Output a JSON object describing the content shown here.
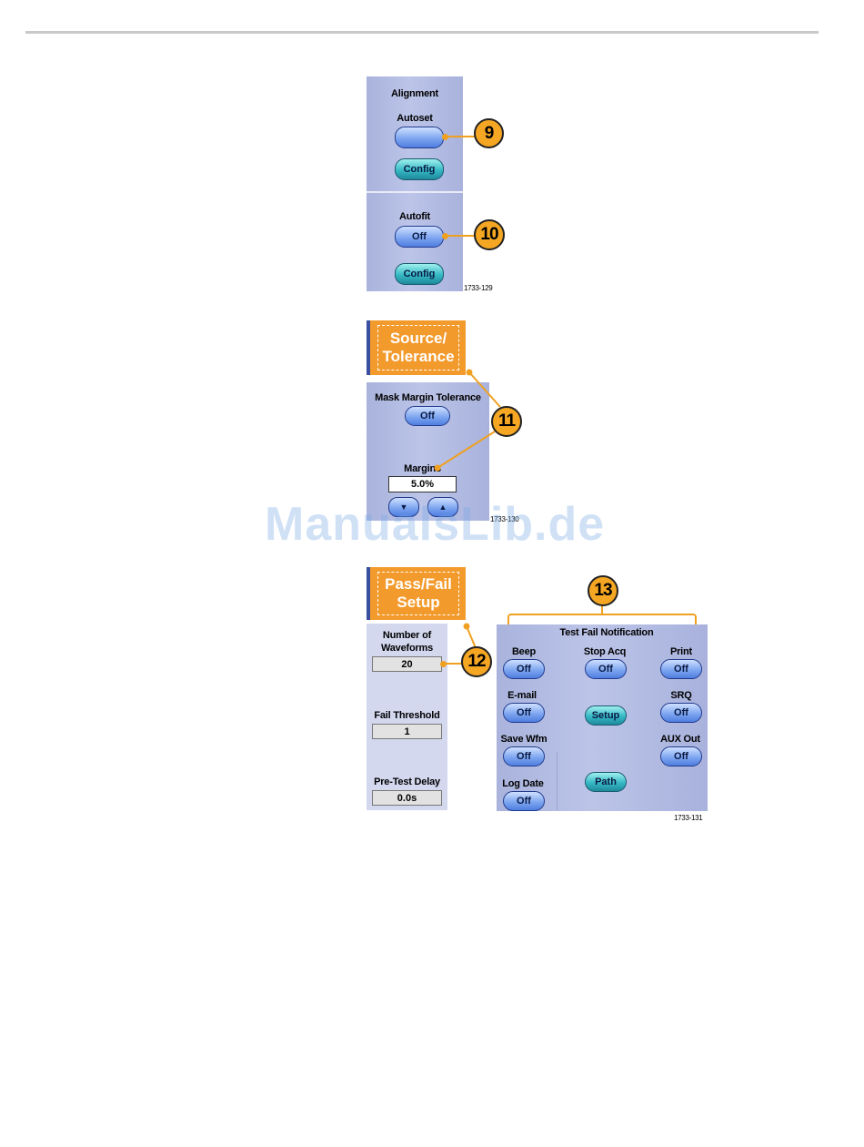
{
  "alignment": {
    "title": "Alignment",
    "autoset_label": "Autoset",
    "autoset_value": "",
    "config_label": "Config",
    "autofit_label": "Autofit",
    "autofit_value": "Off",
    "config2_label": "Config",
    "figure_id": "1733-129"
  },
  "source_tolerance": {
    "tab_line1": "Source/",
    "tab_line2": "Tolerance",
    "mask_margin_label": "Mask Margin Tolerance",
    "mask_margin_value": "Off",
    "margins_label": "Margins",
    "margins_value": "5.0%",
    "figure_id": "1733-130"
  },
  "pass_fail": {
    "tab_line1": "Pass/Fail",
    "tab_line2": "Setup",
    "num_waveforms_label_1": "Number of",
    "num_waveforms_label_2": "Waveforms",
    "num_waveforms_value": "20",
    "fail_threshold_label": "Fail Threshold",
    "fail_threshold_value": "1",
    "pretest_delay_label": "Pre-Test Delay",
    "pretest_delay_value": "0.0s"
  },
  "notification": {
    "title": "Test  Fail Notification",
    "beep_label": "Beep",
    "beep_value": "Off",
    "stop_acq_label": "Stop Acq",
    "stop_acq_value": "Off",
    "print_label": "Print",
    "print_value": "Off",
    "email_label": "E-mail",
    "email_value": "Off",
    "setup_label": "Setup",
    "srq_label": "SRQ",
    "srq_value": "Off",
    "save_wfm_label": "Save Wfm",
    "save_wfm_value": "Off",
    "aux_out_label": "AUX Out",
    "aux_out_value": "Off",
    "log_date_label": "Log Date",
    "log_date_value": "Off",
    "path_label": "Path",
    "figure_id": "1733-131"
  },
  "callouts": {
    "c9": "9",
    "c10": "10",
    "c11": "11",
    "c12": "12",
    "c13": "13"
  },
  "watermark": "ManualsLib.de",
  "colors": {
    "callout": "#f5a623",
    "panel": "#b4bde4",
    "tab": "#f39a2c",
    "teal_button": "#36b8c4"
  }
}
